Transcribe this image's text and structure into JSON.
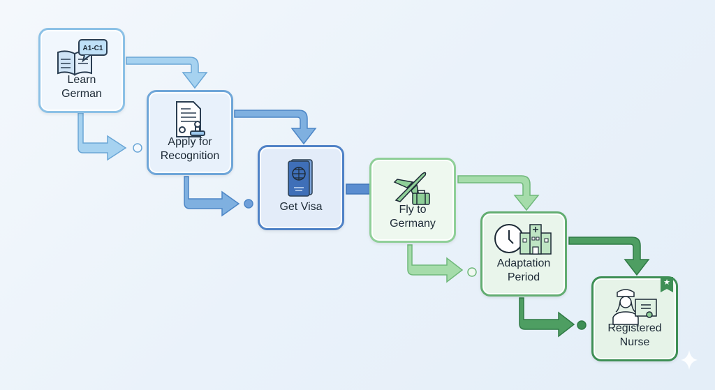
{
  "steps": [
    {
      "label": "Learn German",
      "icon": "book-speech-icon",
      "badge": "A1-C1"
    },
    {
      "label": "Apply for Recognition",
      "icon": "document-stamp-icon"
    },
    {
      "label": "Get Visa",
      "icon": "passport-icon"
    },
    {
      "label": "Fly to Germany",
      "icon": "airplane-luggage-icon"
    },
    {
      "label": "Adaptation Period",
      "icon": "clock-hospital-icon"
    },
    {
      "label": "Registered Nurse",
      "icon": "nurse-certificate-icon"
    }
  ],
  "colors": {
    "blue_light": "#8cc1e6",
    "blue_mid": "#6fa6d8",
    "blue_dark": "#4f82c6",
    "green_light": "#8fcf98",
    "green_mid": "#62ad71",
    "green_dark": "#3e8f55"
  }
}
